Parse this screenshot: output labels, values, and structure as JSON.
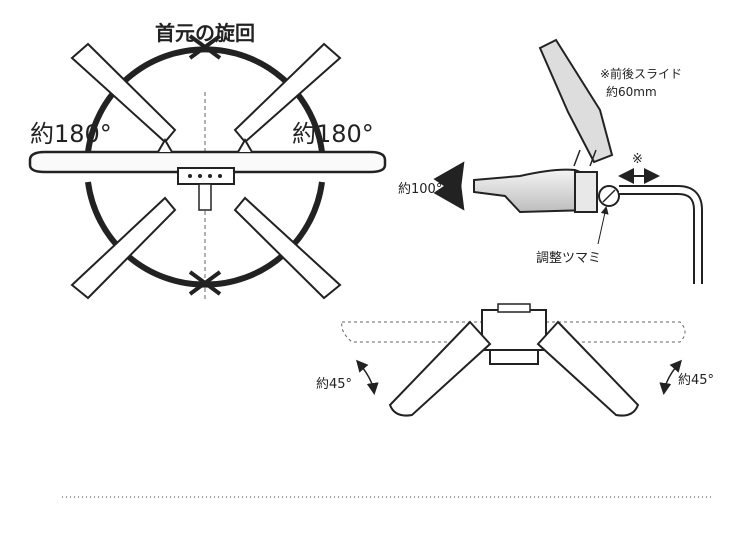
{
  "head_rotation": {
    "title": "首元の旋回",
    "left_angle": "約180°",
    "right_angle": "約180°"
  },
  "side_view": {
    "slide_note_line1": "※前後スライド",
    "slide_note_line2": "約60mm",
    "slide_marker": "※",
    "tilt_angle": "約100°",
    "knob_label": "調整ツマミ"
  },
  "arm_fold": {
    "left_angle": "約45°",
    "right_angle": "約45°"
  }
}
